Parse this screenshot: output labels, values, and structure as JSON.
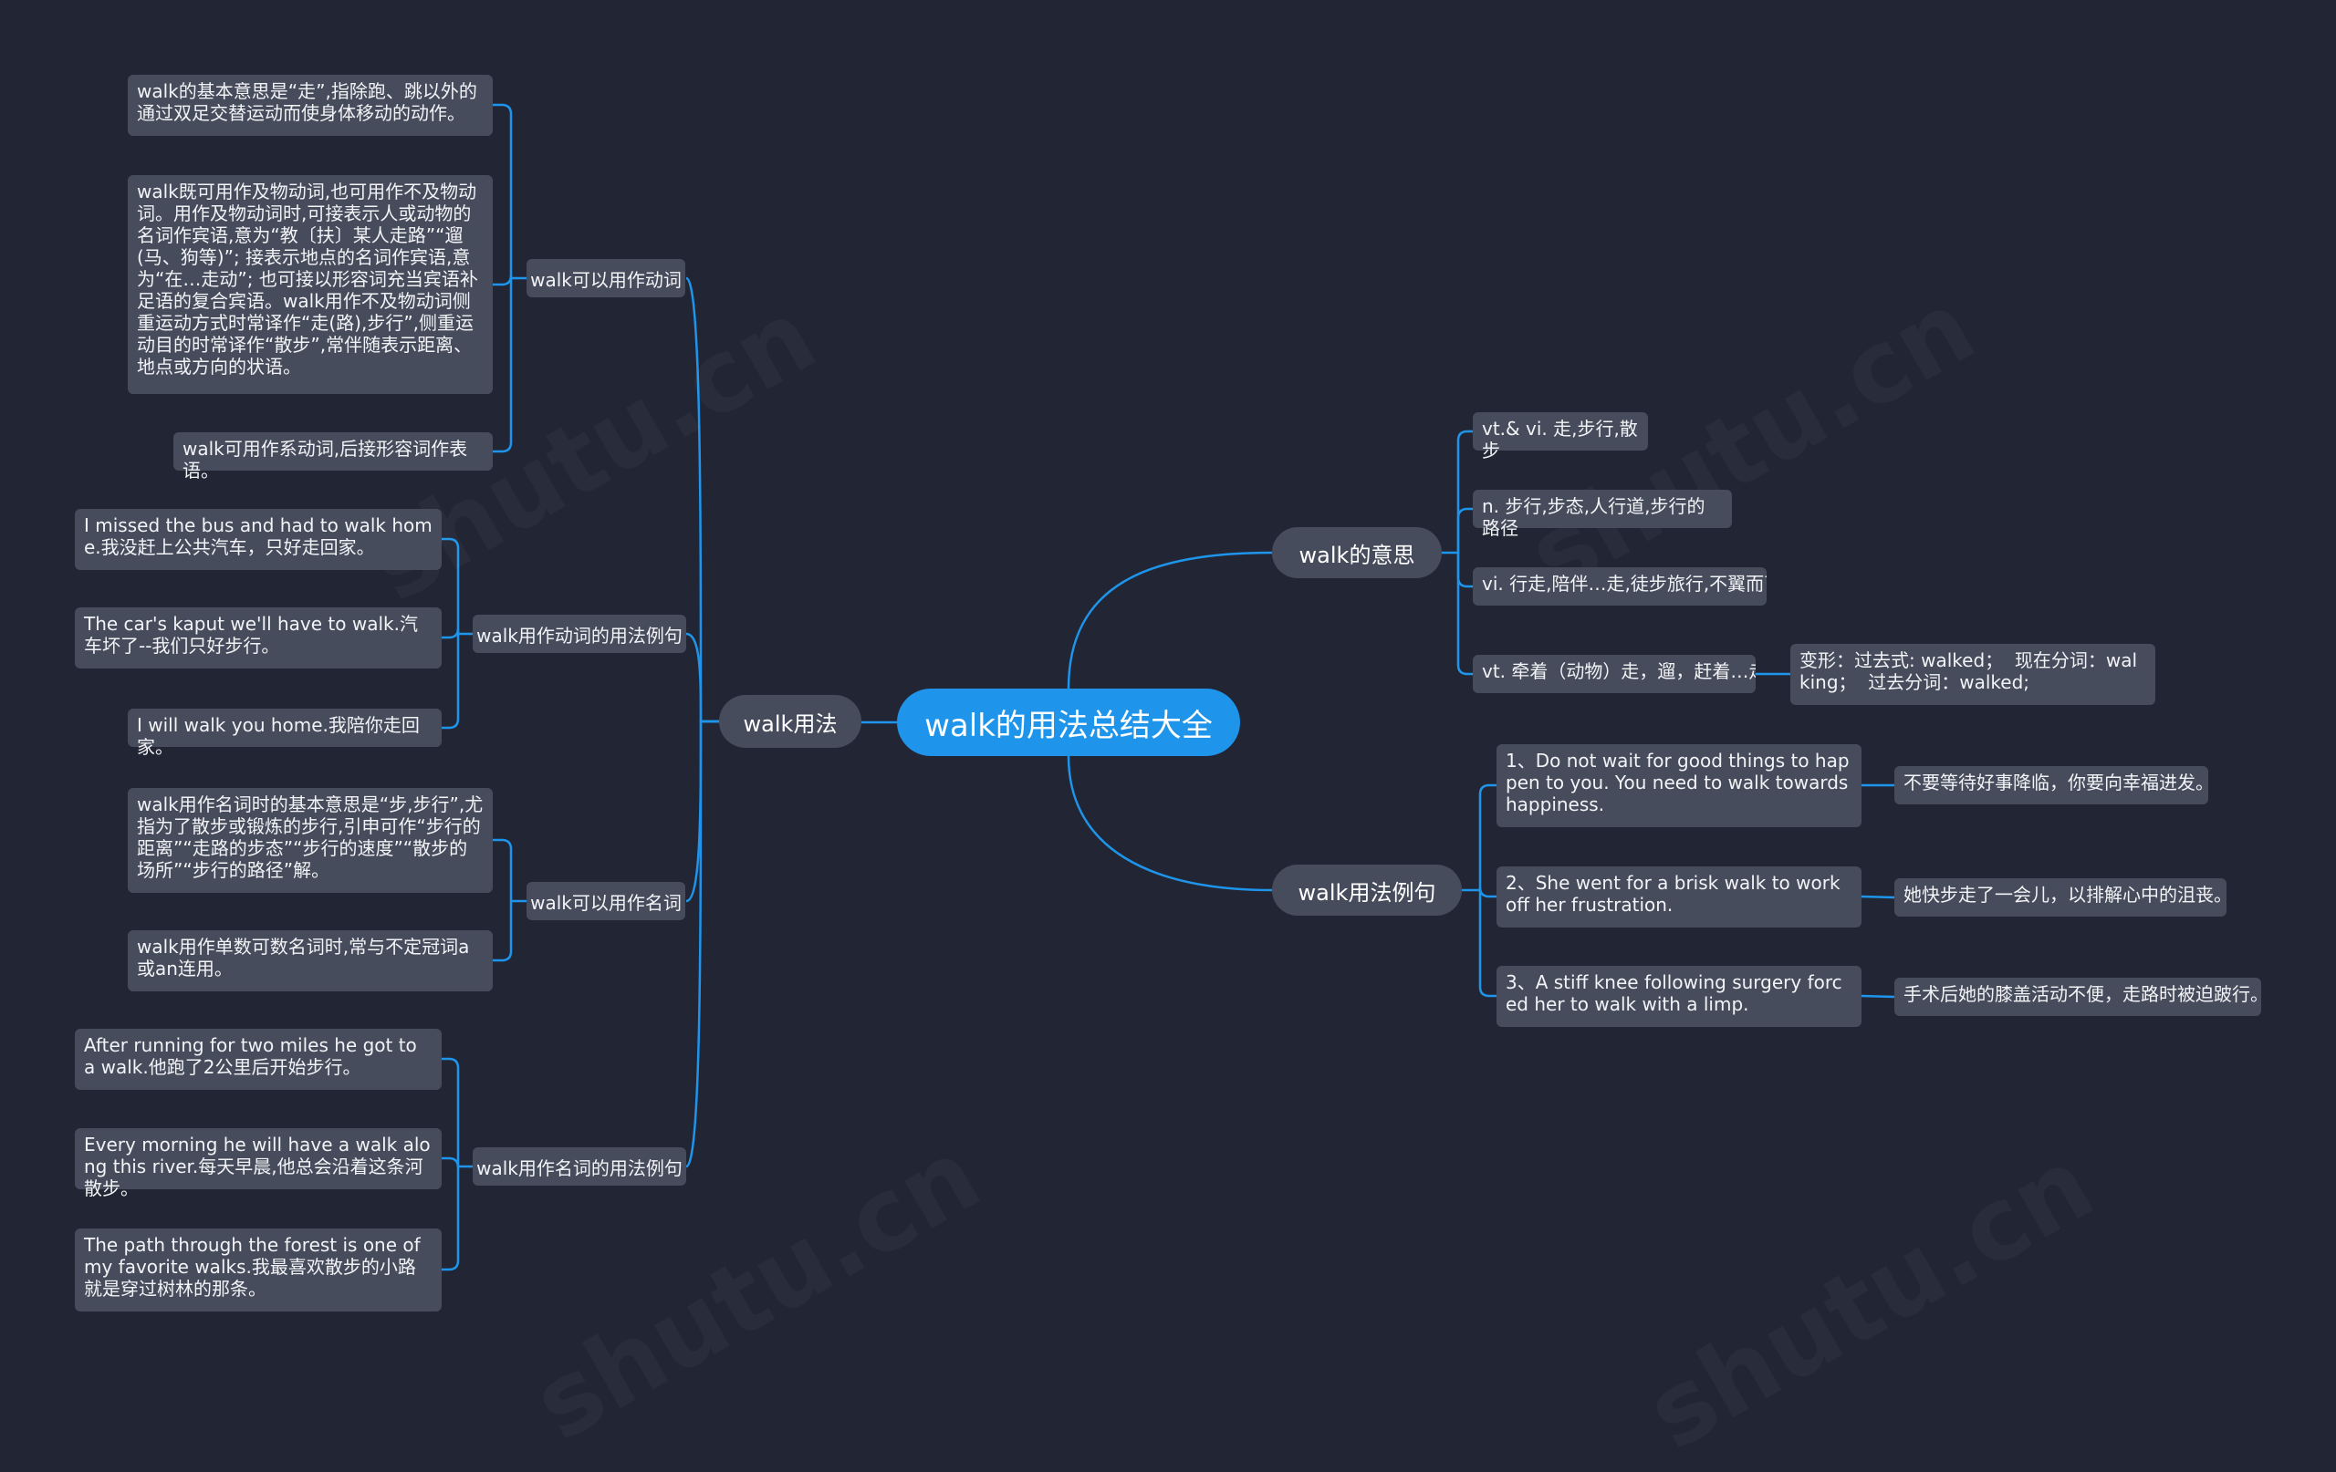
{
  "theme": {
    "background": "#222634",
    "accent": "#1e95ea",
    "node": "#474c5c",
    "line": "#1e95ea"
  },
  "watermark": "shutu.cn",
  "center": {
    "label": "walk的用法总结大全"
  },
  "branches": {
    "usage": {
      "label": "walk用法",
      "subs": {
        "verb": {
          "label": "walk可以用作动词",
          "leaves": [
            "walk的基本意思是“走”,指除跑、跳以外的通过双足交替运动而使身体移动的动作。",
            "walk既可用作及物动词,也可用作不及物动词。用作及物动词时,可接表示人或动物的名词作宾语,意为“教〔扶〕某人走路”“遛(马、狗等)”; 接表示地点的名词作宾语,意为“在…走动”; 也可接以形容词充当宾语补足语的复合宾语。walk用作不及物动词侧重运动方式时常译作“走(路),步行”,侧重运动目的时常译作“散步”,常伴随表示距离、地点或方向的状语。",
            "walk可用作系动词,后接形容词作表语。"
          ]
        },
        "verb_examples": {
          "label": "walk用作动词的用法例句",
          "leaves": [
            "I missed the bus and had to walk home.我没赶上公共汽车，只好走回家。",
            "The car's kaput we'll have to walk.汽车坏了--我们只好步行。",
            "I will walk you home.我陪你走回家。"
          ]
        },
        "noun": {
          "label": "walk可以用作名词",
          "leaves": [
            "walk用作名词时的基本意思是“步,步行”,尤指为了散步或锻炼的步行,引申可作“步行的距离”“走路的步态”“步行的速度”“散步的场所”“步行的路径”解。",
            "walk用作单数可数名词时,常与不定冠词a或an连用。"
          ]
        },
        "noun_examples": {
          "label": "walk用作名词的用法例句",
          "leaves": [
            "After running for two miles he got to a walk.他跑了2公里后开始步行。",
            "Every morning he will have a walk along this river.每天早晨,他总会沿着这条河散步。",
            "The path through the forest is one of my favorite walks.我最喜欢散步的小路就是穿过树林的那条。"
          ]
        }
      }
    },
    "meaning": {
      "label": "walk的意思",
      "leaves": [
        "vt.& vi. 走,步行,散步",
        "n. 步行,步态,人行道,步行的路径",
        "vi. 行走,陪伴…走,徒步旅行,不翼而飞",
        "vt. 牵着（动物）走，遛，赶着…走"
      ],
      "forms": "变形：过去式: walked；  现在分词：walking；  过去分词：walked;"
    },
    "examples": {
      "label": "walk用法例句",
      "items": [
        {
          "en": "1、Do not wait for good things to happen to you. You need to walk towards happiness.",
          "zh": "不要等待好事降临，你要向幸福进发。"
        },
        {
          "en": "2、She went for a brisk walk to work off her frustration.",
          "zh": "她快步走了一会儿，以排解心中的沮丧。"
        },
        {
          "en": "3、A stiff knee following surgery forced her to walk with a limp.",
          "zh": "手术后她的膝盖活动不便，走路时被迫跛行。"
        }
      ]
    }
  }
}
